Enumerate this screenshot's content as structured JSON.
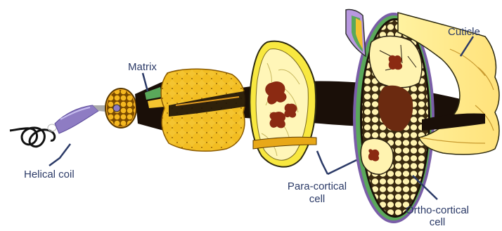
{
  "labels": {
    "matrix": "Matrix",
    "cuticle": "Cuticle",
    "helical_coil": "Helical coil",
    "para_cortical_line1": "Para-cortical",
    "para_cortical_line2": "cell",
    "ortho_cortical_line1": "Ortho-cortical",
    "ortho_cortical_line2": "cell"
  },
  "colors": {
    "leader_line": "#2b3a67",
    "label_text": "#2b3a67",
    "cell_yellow": "#f4c430",
    "cuticle_cream": "#fff4a8",
    "core_dark": "#1a0f08",
    "medulla_red": "#8b2a12",
    "coil_purple": "#8e7cc3"
  }
}
